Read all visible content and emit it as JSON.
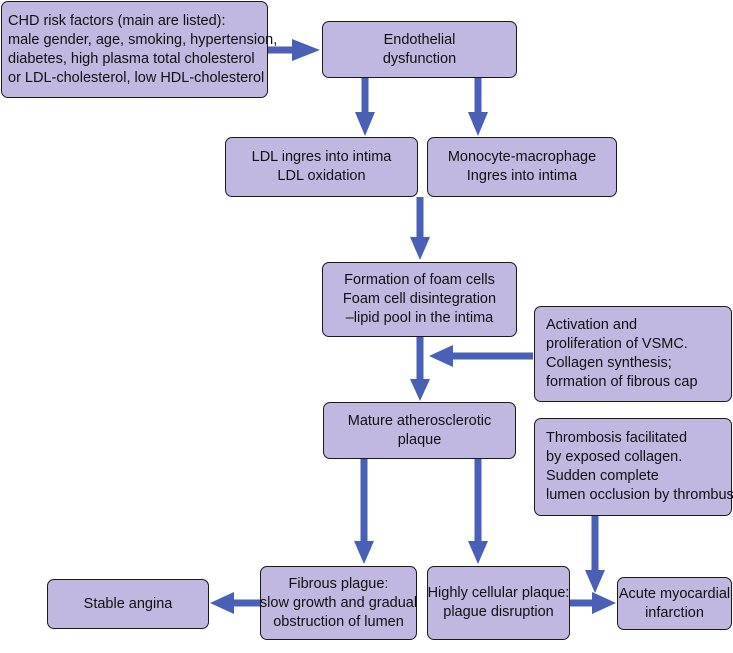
{
  "diagram": {
    "colors": {
      "box_fill": "#c0b8e0",
      "box_border": "#1a1a1a",
      "arrow": "#4a5fb6"
    },
    "nodes": {
      "risk_factors": {
        "lines": [
          "CHD risk factors (main are listed):",
          "male gender, age, smoking, hypertension,",
          "diabetes,  high plasma total cholesterol",
          "or LDL-cholesterol,  low HDL-cholesterol"
        ]
      },
      "endothelial": {
        "lines": [
          "Endothelial",
          "dysfunction"
        ]
      },
      "ldl": {
        "lines": [
          "LDL ingres into intima",
          "LDL oxidation"
        ]
      },
      "monocyte": {
        "lines": [
          "Monocyte-macrophage",
          "Ingres into intima"
        ]
      },
      "foam_cells": {
        "lines": [
          "Formation of foam cells",
          "Foam cell disintegration",
          "–lipid pool in the intima"
        ]
      },
      "vsmc": {
        "lines": [
          "Activation and",
          "proliferation of VSMC.",
          "Collagen synthesis;",
          "formation of fibrous cap"
        ]
      },
      "mature_plaque": {
        "lines": [
          "Mature atherosclerotic",
          "plaque"
        ]
      },
      "thrombosis": {
        "lines": [
          "Thrombosis  facilitated",
          "by exposed collagen.",
          "Sudden complete",
          "lumen occlusion by thrombus"
        ]
      },
      "stable_angina": {
        "lines": [
          "Stable angina"
        ]
      },
      "fibrous_plaque": {
        "lines": [
          "Fibrous plague:",
          "slow growth and gradual",
          "obstruction of lumen"
        ]
      },
      "cellular_plaque": {
        "lines": [
          "Highly cellular plaque:",
          "plague disruption"
        ]
      },
      "mi": {
        "lines": [
          "Acute myocardial",
          "infarction"
        ]
      }
    },
    "edges": [
      {
        "from": "risk_factors",
        "to": "endothelial"
      },
      {
        "from": "endothelial",
        "to": "ldl"
      },
      {
        "from": "endothelial",
        "to": "monocyte"
      },
      {
        "from": "ldl",
        "to": "foam_cells"
      },
      {
        "from": "vsmc",
        "to": "foam_cells"
      },
      {
        "from": "foam_cells",
        "to": "mature_plaque"
      },
      {
        "from": "mature_plaque",
        "to": "fibrous_plaque"
      },
      {
        "from": "mature_plaque",
        "to": "cellular_plaque"
      },
      {
        "from": "fibrous_plaque",
        "to": "stable_angina"
      },
      {
        "from": "cellular_plaque",
        "to": "mi"
      },
      {
        "from": "thrombosis",
        "to": "mi"
      }
    ]
  }
}
